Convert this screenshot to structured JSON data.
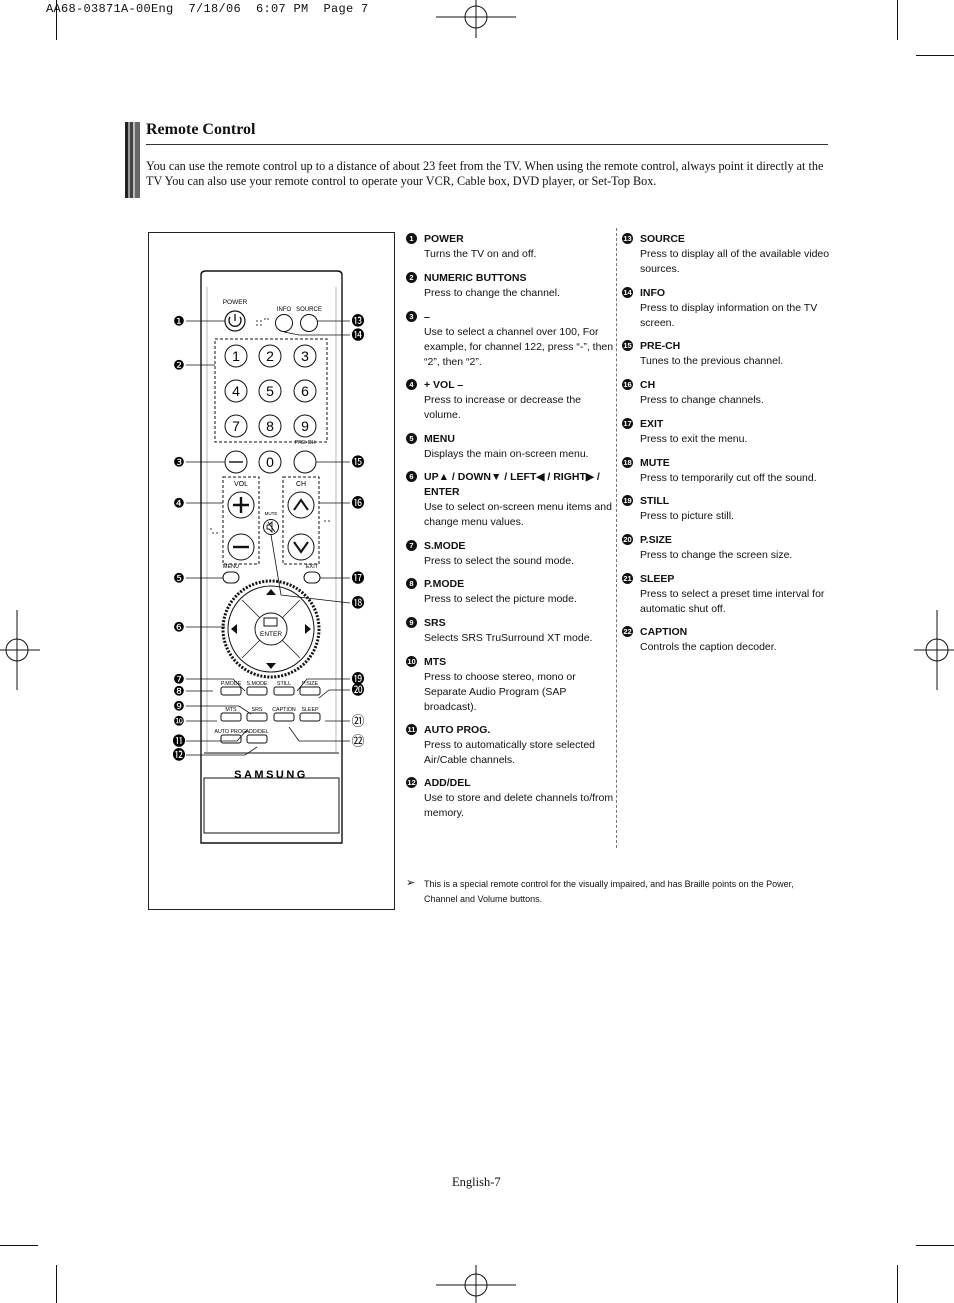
{
  "header": {
    "file_info": "AA68-03871A-00Eng  7/18/06  6:07 PM  Page 7"
  },
  "section": {
    "title": "Remote Control",
    "intro": "You can use the remote control up to a distance of about 23 feet from the TV. When using the remote control, always point it directly at the TV You can also use your remote control to operate your VCR, Cable box, DVD player, or Set-Top Box."
  },
  "remote": {
    "labels": {
      "power": "POWER",
      "info": "INFO",
      "source": "SOURCE",
      "prech": "PRE-CH",
      "vol": "VOL",
      "ch": "CH",
      "mute": "MUTE",
      "menu": "MENU",
      "exit": "EXIT",
      "enter": "ENTER",
      "pmode": "P.MODE",
      "smode": "S.MODE",
      "still": "STILL",
      "psize": "P.SIZE",
      "mts": "MTS",
      "srs": "SRS",
      "caption": "CAPTION",
      "sleep": "SLEEP",
      "autoprog": "AUTO PROG.",
      "adddel": "ADD/DEL",
      "brand": "SAMSUNG"
    },
    "digits": [
      "1",
      "2",
      "3",
      "4",
      "5",
      "6",
      "7",
      "8",
      "9",
      "0"
    ],
    "minus": "—",
    "callouts": [
      "❶",
      "❷",
      "❸",
      "❹",
      "❺",
      "❻",
      "❼",
      "❽",
      "❾",
      "❿",
      "⓫",
      "⓬",
      "⓭",
      "⓮",
      "⓯",
      "⓰",
      "⓱",
      "⓲",
      "⓳",
      "⓴",
      "㉑",
      "㉒"
    ]
  },
  "items": [
    {
      "num": "1",
      "name": "POWER",
      "desc": "Turns the TV on and off."
    },
    {
      "num": "2",
      "name": "NUMERIC BUTTONS",
      "desc": "Press to change the channel."
    },
    {
      "num": "3",
      "name": "–",
      "desc": "Use to select a channel over 100, For example, for channel 122, press “-”, then “2”, then “2”."
    },
    {
      "num": "4",
      "name": "+ VOL –",
      "desc": "Press to increase or decrease the volume."
    },
    {
      "num": "5",
      "name": "MENU",
      "desc": "Displays the main on-screen menu."
    },
    {
      "num": "6",
      "name": "UP▲ / DOWN▼ / LEFT◀ / RIGHT▶ / ENTER",
      "desc": "Use to select on-screen menu items and change menu values."
    },
    {
      "num": "7",
      "name": "S.MODE",
      "desc": "Press to select the sound mode."
    },
    {
      "num": "8",
      "name": "P.MODE",
      "desc": "Press to select the picture mode."
    },
    {
      "num": "9",
      "name": "SRS",
      "desc": "Selects SRS TruSurround XT mode."
    },
    {
      "num": "10",
      "name": "MTS",
      "desc": "Press to choose stereo, mono or Separate Audio Program (SAP broadcast)."
    },
    {
      "num": "11",
      "name": "AUTO PROG.",
      "desc": "Press to automatically store selected Air/Cable channels."
    },
    {
      "num": "12",
      "name": "ADD/DEL",
      "desc": "Use to store and delete channels to/from memory."
    },
    {
      "num": "13",
      "name": "SOURCE",
      "desc": "Press to display all of the available video sources."
    },
    {
      "num": "14",
      "name": "INFO",
      "desc": "Press to display information on the TV screen."
    },
    {
      "num": "15",
      "name": "PRE-CH",
      "desc": "Tunes to the previous channel."
    },
    {
      "num": "16",
      "name": "CH",
      "desc": "Press to change channels."
    },
    {
      "num": "17",
      "name": "EXIT",
      "desc": "Press to exit the menu."
    },
    {
      "num": "18",
      "name": "MUTE",
      "desc": "Press to temporarily cut off the sound."
    },
    {
      "num": "19",
      "name": "STILL",
      "desc": "Press to picture still."
    },
    {
      "num": "20",
      "name": "P.SIZE",
      "desc": "Press to change the screen size."
    },
    {
      "num": "21",
      "name": "SLEEP",
      "desc": "Press to select a preset time interval for automatic shut off."
    },
    {
      "num": "22",
      "name": "CAPTION",
      "desc": "Controls the caption decoder."
    }
  ],
  "note": {
    "icon": "arrow-icon",
    "text": "This is a special remote control for the visually impaired, and has Braille points on the Power, Channel and Volume buttons."
  },
  "footer": {
    "page_label": "English-7"
  }
}
